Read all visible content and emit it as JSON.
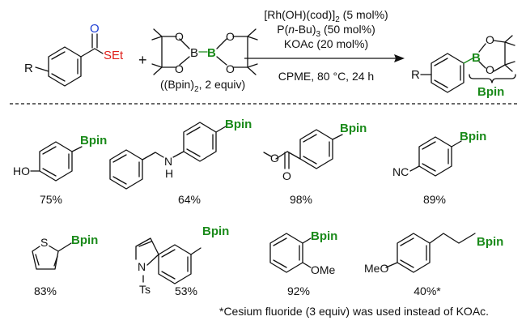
{
  "colors": {
    "bond": "#111111",
    "boron": "#1a8a1a",
    "sulfur": "#e0201b",
    "oxygen": "#1f3fd4"
  },
  "reaction": {
    "substrate": {
      "r_label": "R",
      "o_label": "O",
      "set_label": "SEt"
    },
    "plus_sign": "+",
    "diboron": {
      "ring_o_label": "O",
      "boron_label": "B",
      "caption": "((Bpin)",
      "caption_sub": "2",
      "caption_tail": ", 2 equiv)"
    },
    "conditions": {
      "line1": {
        "a": "[Rh(OH)(cod)]",
        "sub": "2",
        "b": " (5 mol%)"
      },
      "line2": {
        "a": "P(",
        "n": "n",
        "b": "-Bu)",
        "sub": "3",
        "c": " (50 mol%)"
      },
      "line3": "KOAc (20 mol%)",
      "below_arrow": "CPME, 80 °C, 24 h"
    },
    "product": {
      "r_label": "R",
      "boron_label": "B",
      "ring_o_label": "O",
      "bpin_brace_label": "Bpin"
    }
  },
  "products": [
    {
      "yield": "75%",
      "substituent": "HO",
      "bpin": "Bpin"
    },
    {
      "yield": "64%",
      "substituent": "NH",
      "n_label": "N",
      "h_label": "H",
      "bpin": "Bpin"
    },
    {
      "yield": "98%",
      "o_label": "O",
      "bpin": "Bpin"
    },
    {
      "yield": "89%",
      "substituent": "NC",
      "bpin": "Bpin"
    },
    {
      "yield": "83%",
      "s_label": "S",
      "bpin": "Bpin"
    },
    {
      "yield": "53%",
      "n_label": "N",
      "ts_label": "Ts",
      "bpin": "Bpin"
    },
    {
      "yield": "92%",
      "substituent": "OMe",
      "bpin": "Bpin"
    },
    {
      "yield": "40%*",
      "substituent": "MeO",
      "bpin": "Bpin"
    }
  ],
  "footnote": "*Cesium fluoride (3 equiv) was used instead of KOAc."
}
